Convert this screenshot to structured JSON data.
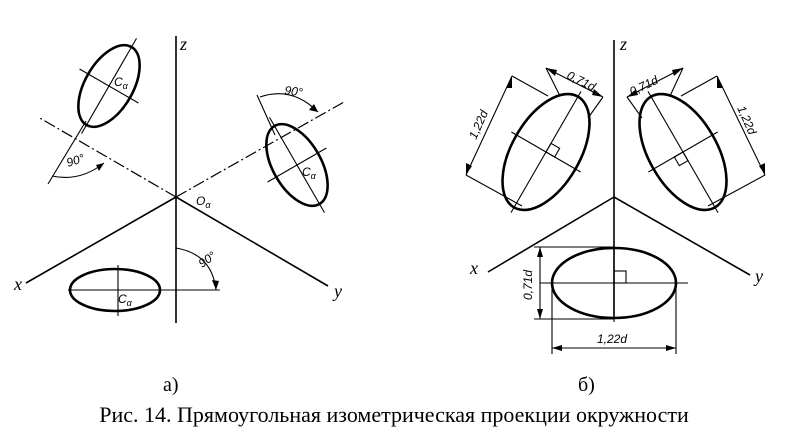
{
  "figure": {
    "caption": "Рис. 14. Прямоугольная изометрическая проекции окружности",
    "panel_a": {
      "label": "а)",
      "axes": {
        "x": "x",
        "y": "y",
        "z": "z"
      },
      "origin": {
        "letter": "O",
        "sub": "α"
      },
      "center": {
        "letter": "C",
        "sub": "α"
      },
      "angle": "90°"
    },
    "panel_b": {
      "label": "б)",
      "axes": {
        "x": "x",
        "y": "y",
        "z": "z"
      },
      "major_axis": "1,22d",
      "minor_axis": "0,71d"
    }
  }
}
